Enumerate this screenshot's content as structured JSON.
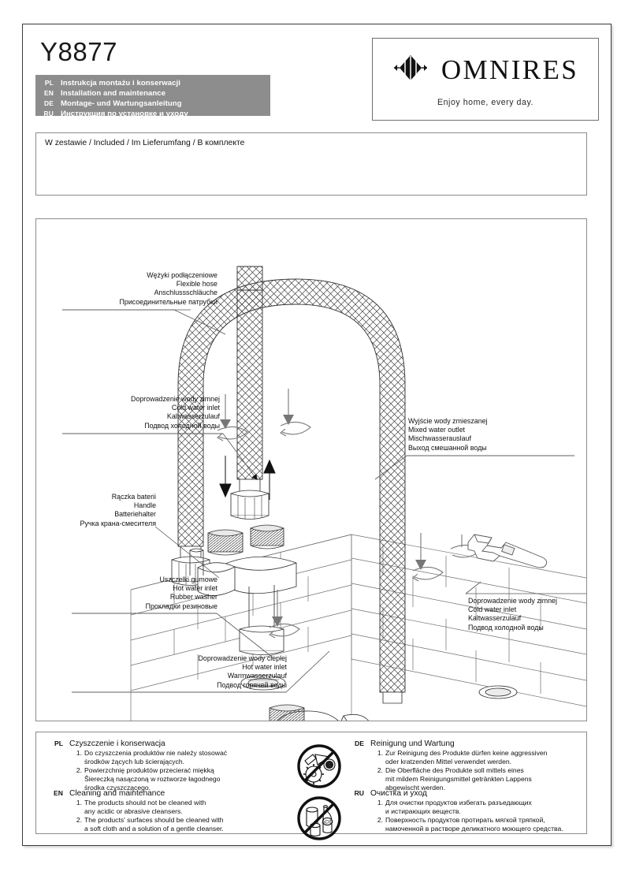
{
  "header": {
    "model_code": "Y8877",
    "languages": [
      {
        "code": "PL",
        "text": "Instrukcja montażu i konserwacji"
      },
      {
        "code": "EN",
        "text": "Installation and maintenance"
      },
      {
        "code": "DE",
        "text": "Montage- und Wartungsanleitung"
      },
      {
        "code": "RU",
        "text": "Инструкция по установке и уходу"
      }
    ],
    "brand": {
      "name": "OMNIRES",
      "tagline": "Enjoy home, every day.",
      "logo_icon": "omnires-diamond-logo"
    }
  },
  "included": {
    "title": "W zestawie / Included / Im Lieferumfang / В комплекте"
  },
  "diagram": {
    "labels": [
      {
        "id": "flexible-hose",
        "align": "right",
        "lines": [
          "Wężyki podłączeniowe",
          "Flexible hose",
          "Anschlussschläuche",
          "Присоединительные патрубки"
        ]
      },
      {
        "id": "cold-water-inlet-left",
        "align": "right",
        "lines": [
          "Doprowadzenie wody zimnej",
          "Cold water inlet",
          "Kaltwasserzulauf",
          "Подвод холодной воды"
        ]
      },
      {
        "id": "mixed-water-outlet",
        "align": "left",
        "lines": [
          "Wyjście wody zmieszanej",
          "Mixed water outlet",
          "Mischwasserauslauf",
          "Выход смешанной воды"
        ]
      },
      {
        "id": "handle",
        "align": "right",
        "lines": [
          "Rączka baterii",
          "Handle",
          "Batteriehalter",
          "Ручка крана-смесителя"
        ]
      },
      {
        "id": "rubber-washer",
        "align": "right",
        "lines": [
          "Uszczelki gumowe",
          "Hot water inlet",
          "Rubber washer",
          "Прокладки резиновые"
        ]
      },
      {
        "id": "hot-water-inlet",
        "align": "right",
        "lines": [
          "Doprowadzenie wody ciepłej",
          "Hot water inlet",
          "Warmwasserzulauf",
          "Подвод горячей воды"
        ]
      },
      {
        "id": "cold-water-inlet-right",
        "align": "left",
        "lines": [
          "Doprowadzenie wody zimnej",
          "Cold water inlet",
          "Kaltwasserzulauf",
          "Подвод холодной воды"
        ]
      }
    ]
  },
  "care": {
    "icons": [
      {
        "id": "no-abrasives-icon",
        "label": "no-abrasives-prohibition-icon"
      },
      {
        "id": "no-acid-icon",
        "label": "no-acid-cleaner-prohibition-icon",
        "bottle_text": "ACID"
      }
    ],
    "sections": [
      {
        "code": "PL",
        "title": "Czyszczenie i konserwacja",
        "items": [
          [
            "1.",
            "Do czyszczenia produktów nie należy stosować",
            "środków żących lub ścierających."
          ],
          [
            "2.",
            "Powierzchnię produktów przecierać miękką",
            "Ŝiereczką nasączoną w roztworze łagodnego",
            "środka czyszczącego."
          ]
        ]
      },
      {
        "code": "EN",
        "title": "Cleaning and maintenance",
        "items": [
          [
            "1.",
            "The products should not be cleaned with",
            "any acidic or abrasive cleansers."
          ],
          [
            "2.",
            "The products' surfaces should be cleaned with",
            "a soft cloth and a solution of a gentle cleanser."
          ]
        ]
      },
      {
        "code": "DE",
        "title": "Reinigung und Wartung",
        "items": [
          [
            "1.",
            "Zur Reinigung des Produkte dürfen keine aggressiven",
            "oder kratzenden Mittel verwendet werden."
          ],
          [
            "2.",
            "Die Oberfläche des Produkte soll mittels eines",
            "mit mildem Reinigungsmittel getränkten Lappens",
            "abgewischt werden."
          ]
        ]
      },
      {
        "code": "RU",
        "title": "Очистка и уход",
        "items": [
          [
            "1.",
            "Для очистки продуктов избегать разъедающих",
            "и истирающих веществ."
          ],
          [
            "2.",
            "Поверхность продуктов протирать мягкой тряпкой,",
            "намоченной в растворе деликатного моющего средства."
          ]
        ]
      }
    ]
  },
  "colors": {
    "lang_bar_bg": "#8d8d8d",
    "border": "#8b8b8b",
    "page_border": "#3a3a3a",
    "text": "#111111"
  }
}
